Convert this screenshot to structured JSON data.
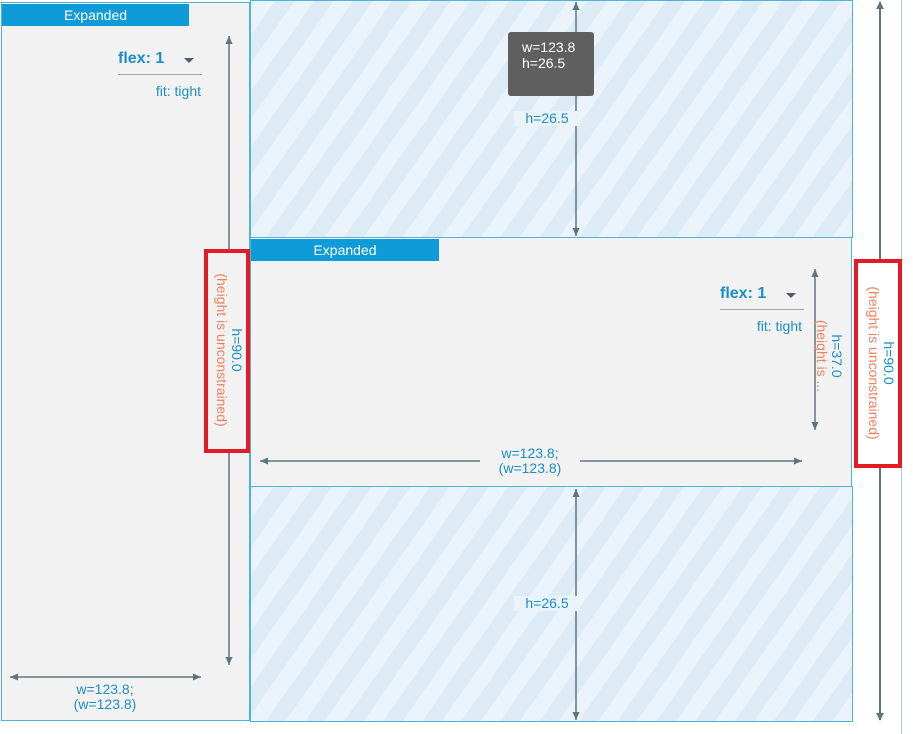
{
  "left_panel": {
    "tab_label": "Expanded",
    "flex_label": "flex: 1",
    "fit_label": "fit: tight",
    "height_value": "h=90.0",
    "height_note": "(height is unconstrained)",
    "width_line1": "w=123.8;",
    "width_line2": "(w=123.8)"
  },
  "top_hatch": {
    "tooltip_line1": "w=123.8",
    "tooltip_line2": "h=26.5",
    "height_value": "h=26.5"
  },
  "middle_panel": {
    "tab_label": "Expanded",
    "flex_label": "flex: 1",
    "fit_label": "fit: tight",
    "height_value": "h=37.0",
    "height_note": "(height is ...",
    "width_line1": "w=123.8;",
    "width_line2": "(w=123.8)"
  },
  "bottom_hatch": {
    "height_value": "h=26.5"
  },
  "outer_dimension": {
    "height_value": "h=90.0",
    "height_note": "(height is unconstrained)"
  },
  "colors": {
    "accent": "#0f9bd7",
    "dimension_text": "#1a8fc6",
    "warning_text": "#f08060",
    "highlight_border": "#e21b25"
  }
}
